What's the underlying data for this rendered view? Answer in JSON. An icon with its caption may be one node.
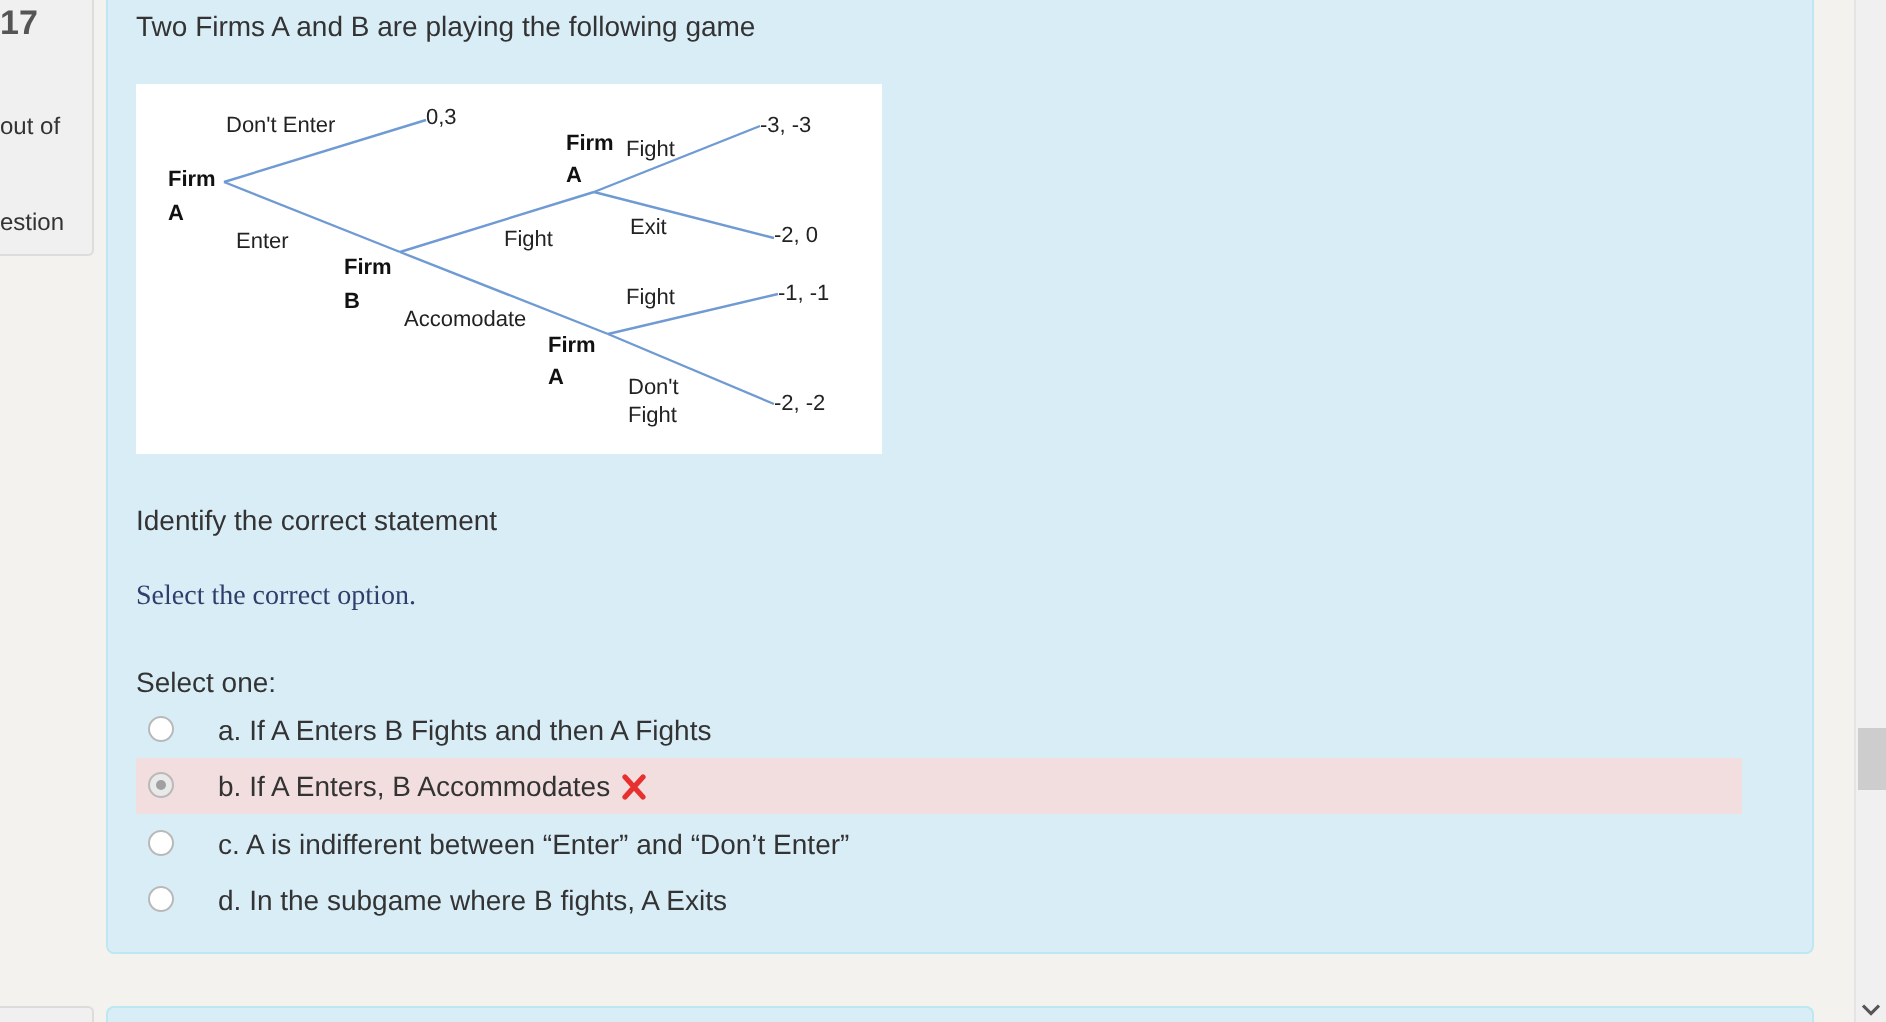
{
  "diagram": {
    "title": "Two Firms A and B are playing the following game",
    "nodes": [
      {
        "text": [
          "Firm A"
        ]
      },
      {
        "text": [
          "0,3"
        ]
      },
      {
        "text": [
          "Firm B"
        ]
      },
      {
        "text": [
          "Firm A"
        ]
      },
      {
        "text": [
          "-3, -3"
        ]
      },
      {
        "text": [
          "-2, 0"
        ]
      },
      {
        "text": [
          "Firm A"
        ]
      },
      {
        "text": [
          "-1, -1"
        ]
      },
      {
        "text": [
          "-2, -2"
        ]
      }
    ],
    "edges": [
      {
        "from": 0,
        "to": 1,
        "arrow": "none",
        "label": "Don't Enter"
      },
      {
        "from": 0,
        "to": 2,
        "arrow": "none",
        "label": "Enter"
      },
      {
        "from": 2,
        "to": 3,
        "arrow": "none",
        "label": "Fight"
      },
      {
        "from": 2,
        "to": 6,
        "arrow": "none",
        "label": "Accomodate"
      },
      {
        "from": 3,
        "to": 4,
        "arrow": "none",
        "label": "Fight"
      },
      {
        "from": 3,
        "to": 5,
        "arrow": "none",
        "label": "Exit"
      },
      {
        "from": 6,
        "to": 7,
        "arrow": "none",
        "label": "Fight"
      },
      {
        "from": 6,
        "to": 8,
        "arrow": "none",
        "label": "Don't Fight"
      }
    ],
    "labels": [
      "17",
      "out of",
      "estion",
      "Identify the correct statement",
      "Select the correct option.",
      "Select one:",
      "a. If A Enters B Fights and then A Fights",
      "b. If A Enters, B Accommodates",
      "c. A is indifferent between “Enter” and “Don’t Enter”",
      "d. In the subgame where B fights, A Exits"
    ]
  }
}
